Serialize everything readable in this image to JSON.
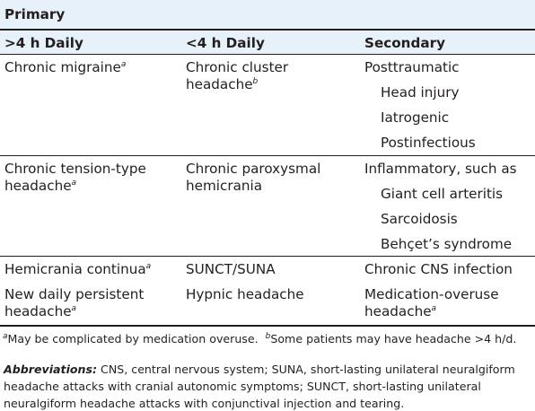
{
  "table": {
    "group_header": "Primary",
    "columns": [
      ">4 h Daily",
      "<4 h Daily",
      "Secondary"
    ],
    "row1": {
      "col1": "Chronic migraine",
      "col1_sup": "a",
      "col2_l1": "Chronic cluster",
      "col2_l2": "headache",
      "col2_sup": "b",
      "col3_head": "Posttraumatic",
      "col3_items": [
        "Head injury",
        "Iatrogenic",
        "Postinfectious"
      ]
    },
    "row2": {
      "col1_l1": "Chronic tension-type",
      "col1_l2": "headache",
      "col1_sup": "a",
      "col2_l1": "Chronic paroxysmal",
      "col2_l2": "hemicrania",
      "col3_head": "Inflammatory, such as",
      "col3_items": [
        "Giant cell arteritis",
        "Sarcoidosis",
        "Behçet’s syndrome"
      ]
    },
    "row3": {
      "col1": "Hemicrania continua",
      "col1_sup": "a",
      "col2": "SUNCT/SUNA",
      "col3": "Chronic CNS infection"
    },
    "row4": {
      "col1_l1": "New daily persistent",
      "col1_l2": "headache",
      "col1_sup": "a",
      "col2": "Hypnic headache",
      "col3_l1": "Medication-overuse",
      "col3_l2": "headache",
      "col3_sup": "a"
    }
  },
  "footnotes": {
    "a_mark": "a",
    "a_text": "May be complicated by medication overuse.",
    "b_mark": "b",
    "b_text": "Some patients may have headache >4 h/d."
  },
  "abbreviations": {
    "label": "Abbreviations:",
    "line1": " CNS, central nervous system; SUNA, short-lasting unilateral neuralgiform",
    "line2": "headache attacks with cranial autonomic symptoms; SUNCT, short-lasting unilateral",
    "line3": "neuralgiform headache attacks with conjunctival injection and tearing."
  },
  "colors": {
    "band": "#e7f1f9",
    "rule": "#231f20",
    "text": "#231f20"
  }
}
